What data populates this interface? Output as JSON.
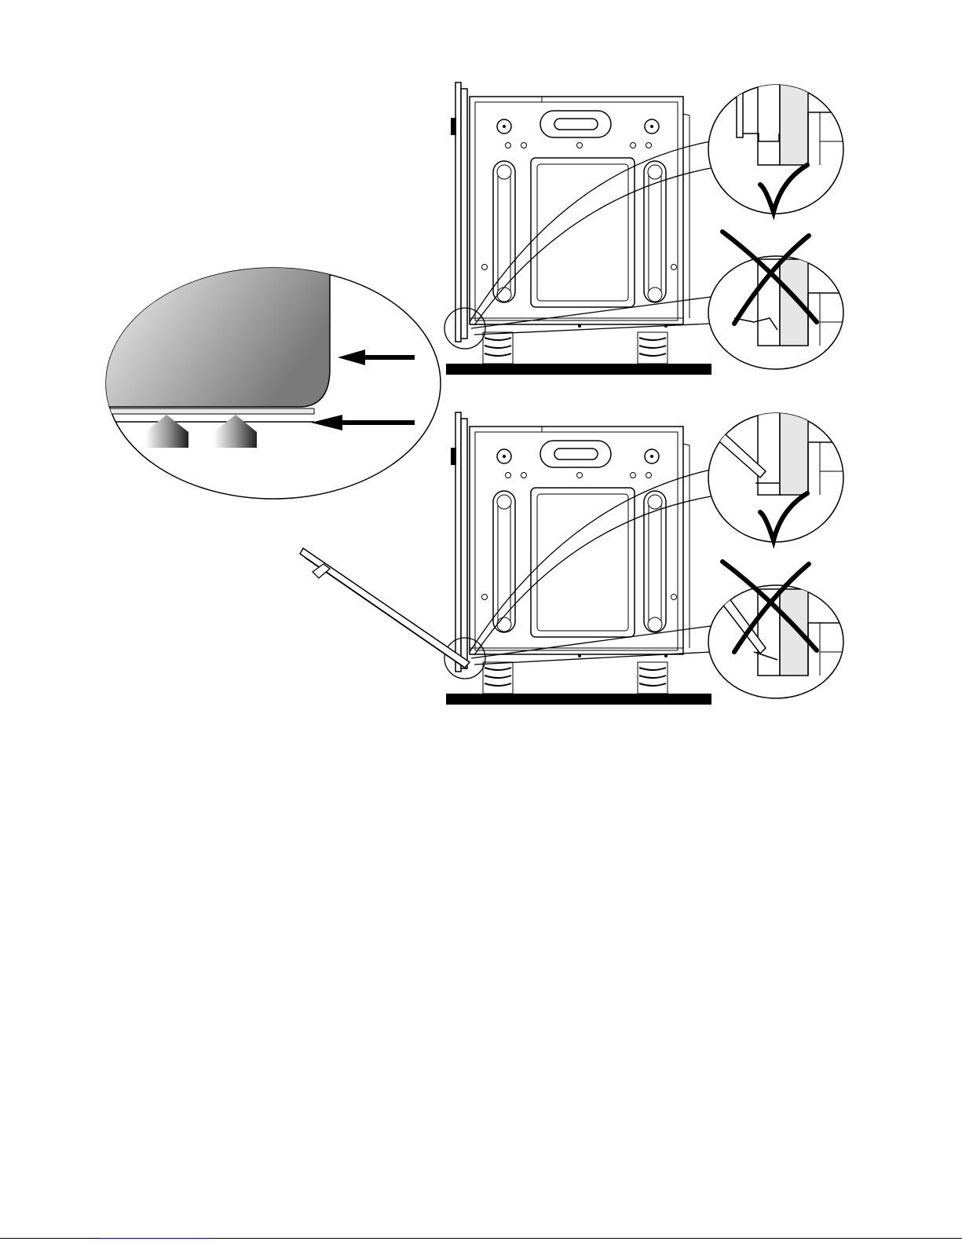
{
  "figure": {
    "panels": [
      {
        "name": "door-closed",
        "door_state": "closed"
      },
      {
        "name": "door-open",
        "door_state": "open"
      }
    ],
    "callouts": [
      {
        "mark": "check",
        "meaning": "correct"
      },
      {
        "mark": "cross",
        "meaning": "incorrect"
      }
    ],
    "colors": {
      "ink": "#000000",
      "paper": "#ffffff",
      "panel_grey": "#8c8c8c",
      "detail_grey": "#e6e6e6",
      "link_blue": "#0000ff"
    }
  }
}
